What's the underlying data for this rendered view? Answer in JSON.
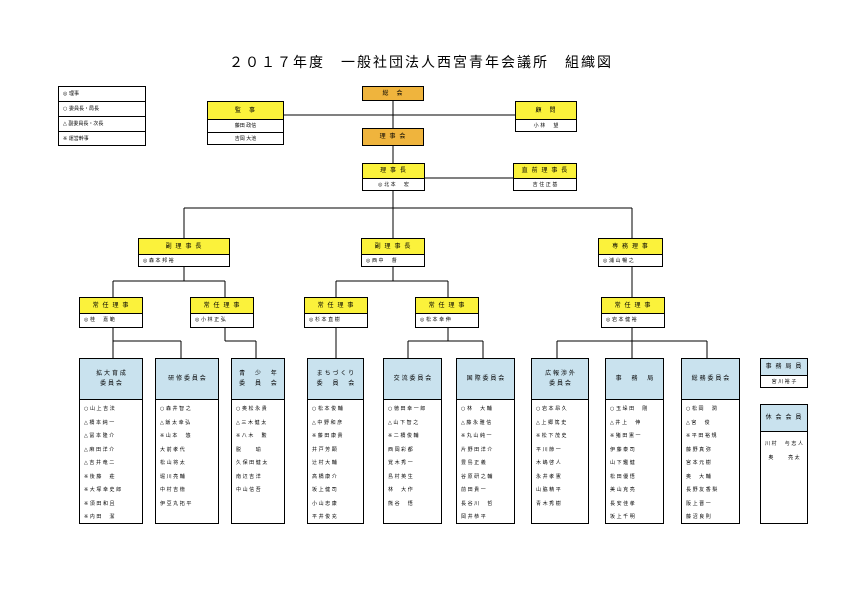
{
  "title": "２０１７年度　一般社団法人西宮青年会議所　組織図",
  "legend": [
    "◎ 理事",
    "○ 委員長・局長",
    "△ 副委員長・次長",
    "※ 運営幹事"
  ],
  "top": {
    "soukai": "総　会",
    "kansa": {
      "head": "監　事",
      "members": [
        "藤田 政信",
        "吉岡 大池"
      ]
    },
    "komon": {
      "head": "顧　問",
      "members": [
        "小 林 　 望"
      ]
    },
    "rijikai": "理 事 会",
    "rijicho": {
      "head": "理 事 長",
      "members": [
        "◎ 北 本 　 宏"
      ]
    },
    "chokuzen": {
      "head": "直 前 理 事 長",
      "members": [
        "吉 住 正 基"
      ]
    }
  },
  "vice": [
    {
      "head": "副 理 事 長",
      "member": "◎ 森 本 邦 裕"
    },
    {
      "head": "副 理 事 長",
      "member": "◎ 西 中 　 督"
    },
    {
      "head": "専 務 理 事",
      "member": "◎ 浦 山 暢 之"
    }
  ],
  "directors": [
    {
      "head": "常 任 理 事",
      "member": "◎ 桂 　 嘉 範"
    },
    {
      "head": "常 任 理 事",
      "member": "◎ 小 林 正 弘"
    },
    {
      "head": "常 任 理 事",
      "member": "◎ 杉 本 直 樹"
    },
    {
      "head": "常 任 理 事",
      "member": "◎ 松 本 幸 伸"
    },
    {
      "head": "常 任 理 事",
      "member": "◎ 岩 本 健 裕"
    }
  ],
  "committees": [
    {
      "name": "拡 大 育 成\n委 員 会",
      "members": [
        "○ 山 上 吉 法",
        "△ 橋 本 純 一",
        "△ 冨 本 隆 介",
        "△ 麻 田 洋 介",
        "△ 吉 井 竜 二",
        "※ 後 藤 　 莊",
        "※ 大 塚 幸 史 郎",
        "※ 須 田 和 且",
        "※ 内 田 　 潔"
      ]
    },
    {
      "name": "研 修 委 員 会",
      "members": [
        "○ 森 井 智 之",
        "△ 飯 太 幸 弘",
        "※ 山 本 　 悠",
        "大 前 孝 代",
        "松 山 将 太",
        "堀 川 亮 輔",
        "中 村 吉 徳",
        "伊 豆 丸 拓 平"
      ]
    },
    {
      "name": "青 　 少 　 年\n委 　 員 　 会",
      "members": [
        "○ 奥 松 永 貴",
        "△ 三 木 健 太",
        "※ 八 木 　 勲",
        "脱 　 　 瑜",
        "久 保 田 健 太",
        "南 辺 吉 洋",
        "中 山 信 吾"
      ]
    },
    {
      "name": "ま ち づ く り\n委 　 員 　 会",
      "members": [
        "○ 松 本 俊 輔",
        "△ 中 野 和 彦",
        "※ 藤 田 康 貴",
        "井 戸 芳 顕",
        "辻 村 大 輔",
        "高 橋 康 介",
        "坂 上 健 司",
        "小 山 忠 康",
        "平 井 俊 充"
      ]
    },
    {
      "name": "交 流 委 員 会",
      "members": [
        "○ 徳 田 幸 一 郎",
        "△ 山 下 智 之",
        "※ 二 橋 俊 輔",
        "西 岡 彩 都",
        "覚 木 秀 一",
        "島 村 英 生",
        "林 　 大 作",
        "熊 谷 　 悟"
      ]
    },
    {
      "name": "国 際 委 員 会",
      "members": [
        "○ 林 　 大 輔",
        "△ 藤 永 雅 信",
        "※ 丸 山 純 一",
        "片 野 田 洋 介",
        "豊 島 正 義",
        "谷 原 研 之 輔",
        "前 田 貴 一",
        "長 谷 川 　 哲",
        "岡 井 恭 平"
      ]
    },
    {
      "name": "広 報 渉 外\n委 員 会",
      "members": [
        "○ 岩 本 昂 久",
        "△ 上 郷 篤 史",
        "※ 松 下 茂 史",
        "平 川 節 一",
        "木 嶋 啓 人",
        "永 井 孝 憲",
        "山 脇 精 平",
        "青 木 秀 樹"
      ]
    },
    {
      "name": "事 　 務 　 局",
      "members": [
        "○ 玉 垛 田 　 剛",
        "△ 井 上 　 伸",
        "※ 猪 田 憲 一",
        "伊 藤 泰 司",
        "山 下 鑑 健",
        "松 田 優 悟",
        "美 山 克 亮",
        "長 安 佳 孝",
        "坂 上 千 明"
      ]
    },
    {
      "name": "総 務 委 員 会",
      "members": [
        "○ 松 岡 　 潤",
        "△ 宮 　 俊",
        "※ 平 田 裕 規",
        "藤 野 真 弥",
        "宮 本 元 樹",
        "奥 　 大 輔",
        "長 野 友 香 梨",
        "阪 上 晋 一",
        "藤 沼 良 則"
      ]
    }
  ],
  "side": {
    "office": {
      "head": "事 務 局 員",
      "member": "宮 川 裕 子"
    },
    "leave": {
      "head": "休 会 会 員",
      "members": [
        "川 村 　 与 志 人",
        "奥 　 　 亮 太"
      ]
    }
  }
}
